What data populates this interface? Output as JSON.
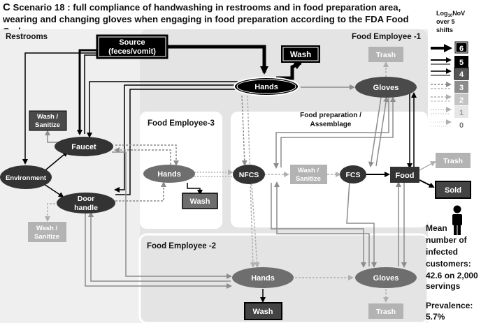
{
  "header": {
    "panel_letter": "C",
    "title_line1": "Scenario 18 : full compliance of handwashing in restrooms and in food preparation area,",
    "title_line2": "wearing and changing gloves when engaging in food preparation according to the FDA Food Code"
  },
  "areas": {
    "restrooms": "Restrooms",
    "employee1": "Food Employee -1",
    "employee2": "Food Employee -2",
    "employee3": "Food Employee-3",
    "prep_line1": "Food preparation /",
    "prep_line2": "Assemblage"
  },
  "nodes": {
    "source_line1": "Source",
    "source_line2": "(feces/vomit)",
    "wash": "Wash",
    "hands": "Hands",
    "gloves": "Gloves",
    "trash": "Trash",
    "sanitize_line1": "Wash /",
    "sanitize_line2": "Sanitize",
    "faucet": "Faucet",
    "environment": "Environment",
    "door_line1": "Door",
    "door_line2": "handle",
    "nfcs": "NFCS",
    "fcs": "FCS",
    "food": "Food",
    "sold": "Sold"
  },
  "legend": {
    "title_line1": "Log",
    "title_sub": "10",
    "title_line1b": "NoV",
    "title_line2": "over 5",
    "title_line3": "shifts",
    "levels": [
      "6",
      "5",
      "4",
      "3",
      "2",
      "1",
      "0"
    ]
  },
  "results": {
    "line1": "Mean",
    "line2": "number of",
    "line3": "infected",
    "line4": "customers:",
    "line5": "42.6 on 2,000",
    "line6": "servings",
    "prevalence_label": "Prevalence:",
    "prevalence_value": "5.7%"
  }
}
